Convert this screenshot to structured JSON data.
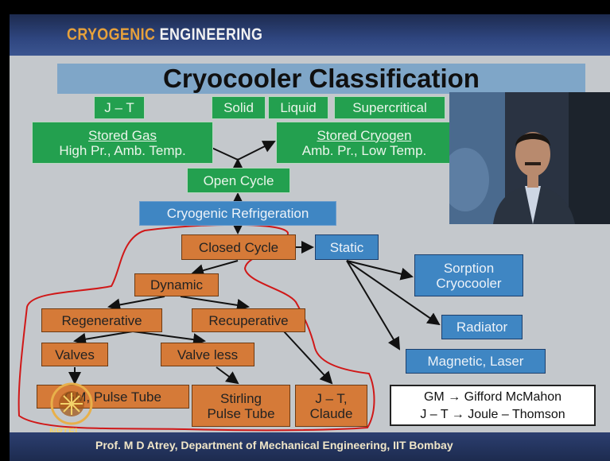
{
  "course_title_part1": "CRYOGENIC",
  "course_title_part2": "ENGINEERING",
  "slide_title": "Cryocooler Classification",
  "boxes": {
    "jt_top": "J – T",
    "solid": "Solid",
    "liquid": "Liquid",
    "supercritical": "Supercritical",
    "stored_gas_title": "Stored Gas",
    "stored_gas_sub": "High Pr., Amb. Temp.",
    "stored_cryogen_title": "Stored Cryogen",
    "stored_cryogen_sub": "Amb. Pr., Low Temp.",
    "open_cycle": "Open Cycle",
    "cryogenic_refrigeration": "Cryogenic Refrigeration",
    "closed_cycle": "Closed Cycle",
    "static": "Static",
    "sorption_line1": "Sorption",
    "sorption_line2": "Cryocooler",
    "dynamic": "Dynamic",
    "radiator": "Radiator",
    "regenerative": "Regenerative",
    "recuperative": "Recuperative",
    "magnetic_laser": "Magnetic, Laser",
    "valves": "Valves",
    "valve_less": "Valve less",
    "gm_pulse_tube": "GM, Pulse Tube",
    "stirling_line1": "Stirling",
    "stirling_line2": "Pulse Tube",
    "jt_claude_line1": "J – T,",
    "jt_claude_line2": "Claude"
  },
  "legend": {
    "line1": "GM → Gifford McMahon",
    "line2": "J – T → Joule – Thomson"
  },
  "footer": "Prof. M D Atrey, Department of Mechanical Engineering, IIT Bombay",
  "nptel": "NPTEL",
  "colors": {
    "green": "#23a04f",
    "blue": "#3f86c3",
    "orange": "#d57a38",
    "annotation_red": "#d01818",
    "title_band": "#7fa6c8"
  }
}
